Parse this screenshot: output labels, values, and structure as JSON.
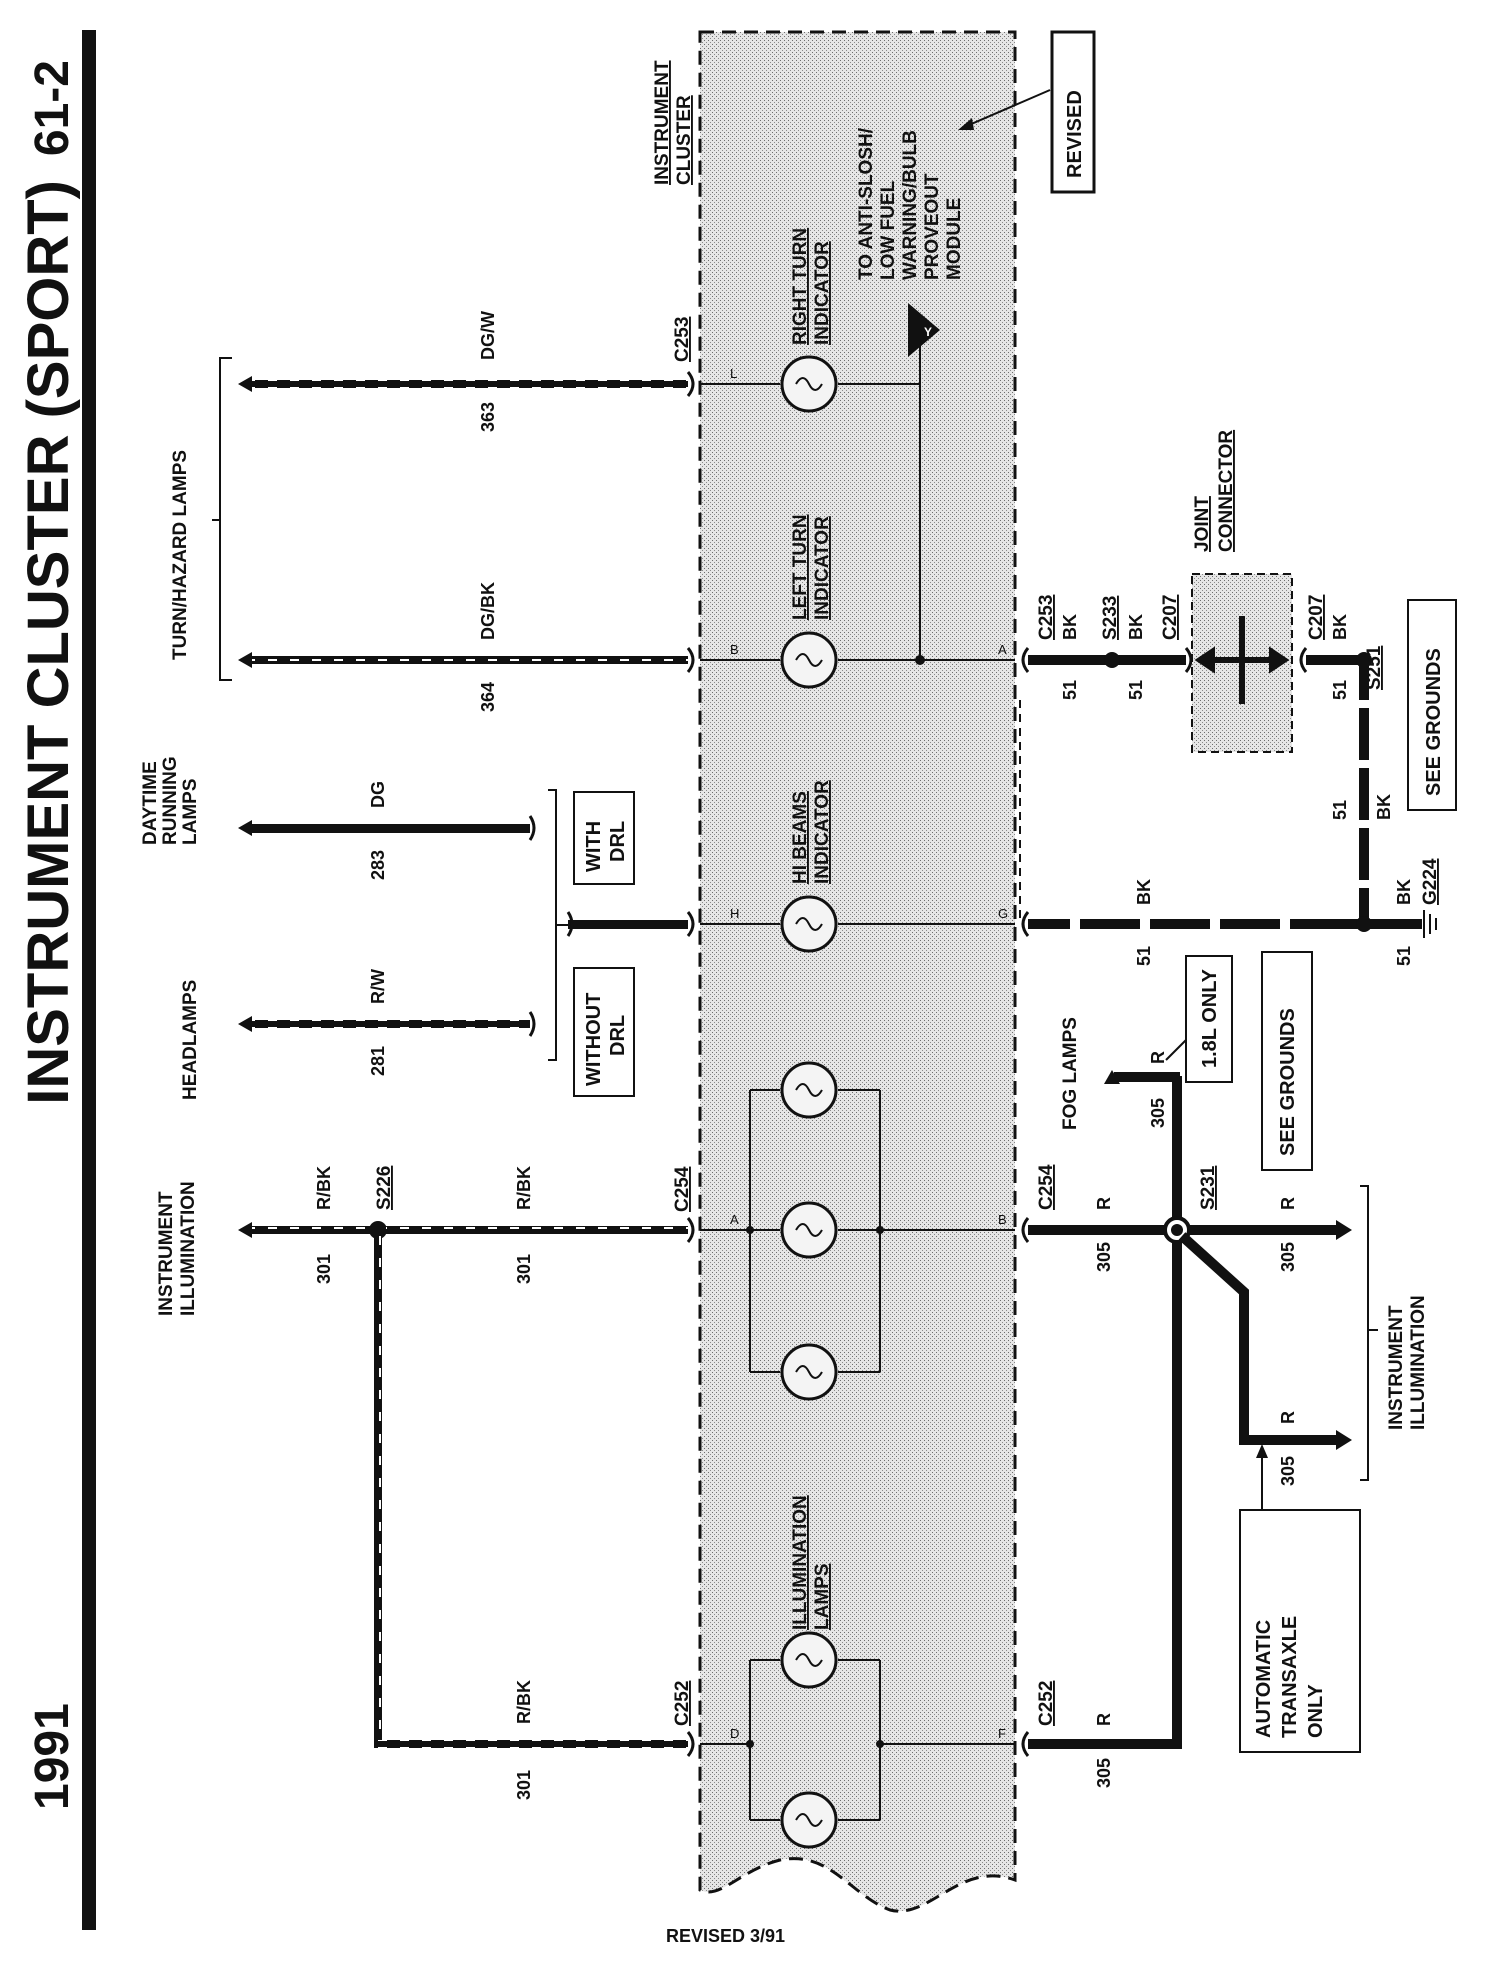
{
  "header": {
    "title": "INSTRUMENT CLUSTER (SPORT)",
    "page": "61-2",
    "year": "1991",
    "revised_footer": "REVISED  3/91",
    "revised_box": "REVISED"
  },
  "labels": {
    "instrument_cluster_1": "INSTRUMENT",
    "instrument_cluster_2": "CLUSTER",
    "turn_hazard": "TURN/HAZARD LAMPS",
    "drl_1": "DAYTIME",
    "drl_2": "RUNNING",
    "drl_3": "LAMPS",
    "headlamps": "HEADLAMPS",
    "inst_illum_l1": "INSTRUMENT",
    "inst_illum_l2": "ILLUMINATION",
    "inst_illum_r1": "INSTRUMENT",
    "inst_illum_r2": "ILLUMINATION",
    "fog_lamps": "FOG LAMPS",
    "joint_1": "JOINT",
    "joint_2": "CONNECTOR",
    "module_1": "TO ANTI-SLOSH/",
    "module_2": "LOW FUEL",
    "module_3": "WARNING/BULB",
    "module_4": "PROVEOUT",
    "module_5": "MODULE",
    "right_turn_1": "RIGHT TURN",
    "right_turn_2": "INDICATOR",
    "left_turn_1": "LEFT TURN",
    "left_turn_2": "INDICATOR",
    "hibeams_1": "HI BEAMS",
    "hibeams_2": "INDICATOR",
    "illum_lamps_1": "ILLUMINATION",
    "illum_lamps_2": "LAMPS",
    "with_drl_1": "WITH",
    "with_drl_2": "DRL",
    "without_drl_1": "WITHOUT",
    "without_drl_2": "DRL",
    "only_18l": "1.8L ONLY",
    "see_grounds_1": "SEE GROUNDS",
    "see_grounds_2": "SEE GROUNDS",
    "auto_1": "AUTOMATIC",
    "auto_2": "TRANSAXLE",
    "auto_3": "ONLY",
    "ref_y": "Y"
  },
  "wires": {
    "w363": "363",
    "c363": "DG/W",
    "w364": "364",
    "c364": "DG/BK",
    "w283": "283",
    "c283": "DG",
    "w281": "281",
    "c281": "R/W",
    "w301a": "301",
    "c301a": "R/BK",
    "w301b": "301",
    "c301b": "R/BK",
    "w301c": "301",
    "c301c": "R/BK",
    "w305a": "305",
    "c305a": "R",
    "w305b": "305",
    "c305b": "R",
    "w305c": "305",
    "c305c": "R",
    "w305d": "305",
    "c305d": "R",
    "w305e": "305",
    "c305e": "R",
    "w305f": "305",
    "c305f": "R",
    "w51a": "51",
    "c51a": "BK",
    "w51b": "51",
    "c51b": "BK",
    "w51c": "51",
    "c51c": "BK",
    "w51d": "51",
    "c51d": "BK",
    "w51e": "51",
    "c51e": "BK",
    "w51f": "51",
    "c51f": "BK"
  },
  "connectors": {
    "c253_top": "C253",
    "c253_bot": "C253",
    "c254_top": "C254",
    "c254_bot": "C254",
    "c252_top": "C252",
    "c252_bot": "C252",
    "c207_a": "C207",
    "c207_b": "C207",
    "s226": "S226",
    "s231": "S231",
    "s233": "S233",
    "s251": "S251",
    "g224": "G224"
  },
  "pins": {
    "L": "L",
    "B": "B",
    "H": "H",
    "A": "A",
    "D": "D",
    "A2": "A",
    "G": "G",
    "B2": "B",
    "F": "F"
  }
}
